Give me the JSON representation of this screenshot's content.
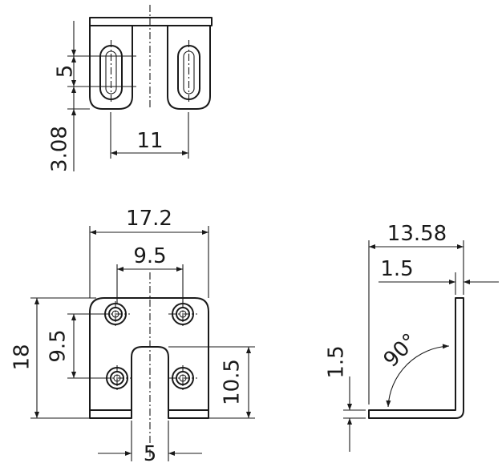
{
  "views": {
    "top": {
      "dims": {
        "slot_length": "5",
        "slot_offset": "3.08",
        "slot_spacing": "11"
      }
    },
    "front": {
      "dims": {
        "overall_width": "17.2",
        "hole_spacing_x": "9.5",
        "hole_spacing_y": "9.5",
        "overall_height": "18",
        "slot_height": "10.5",
        "slot_width": "5"
      }
    },
    "side": {
      "dims": {
        "overall_depth": "13.58",
        "thickness_top": "1.5",
        "thickness_left": "1.5",
        "angle": "90°"
      }
    }
  }
}
